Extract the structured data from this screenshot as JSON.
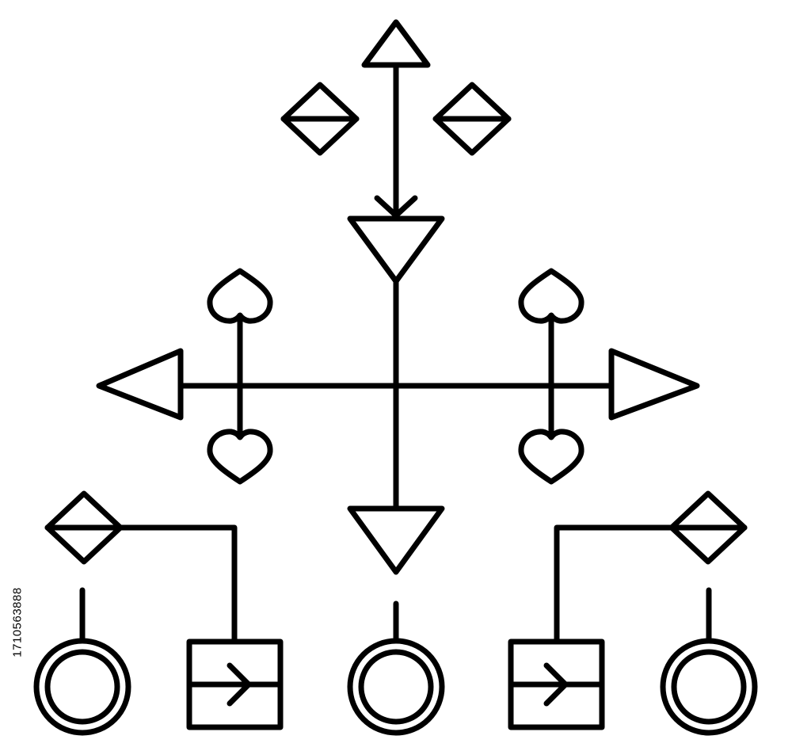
{
  "stock_id": "1710563888",
  "stroke_color": "#000000",
  "background_color": "#ffffff",
  "symbols": [
    "triangle-up-arrow",
    "diamond-half",
    "triangle-down",
    "heart",
    "triangle-left",
    "triangle-right",
    "double-circle",
    "square-with-arrow"
  ]
}
